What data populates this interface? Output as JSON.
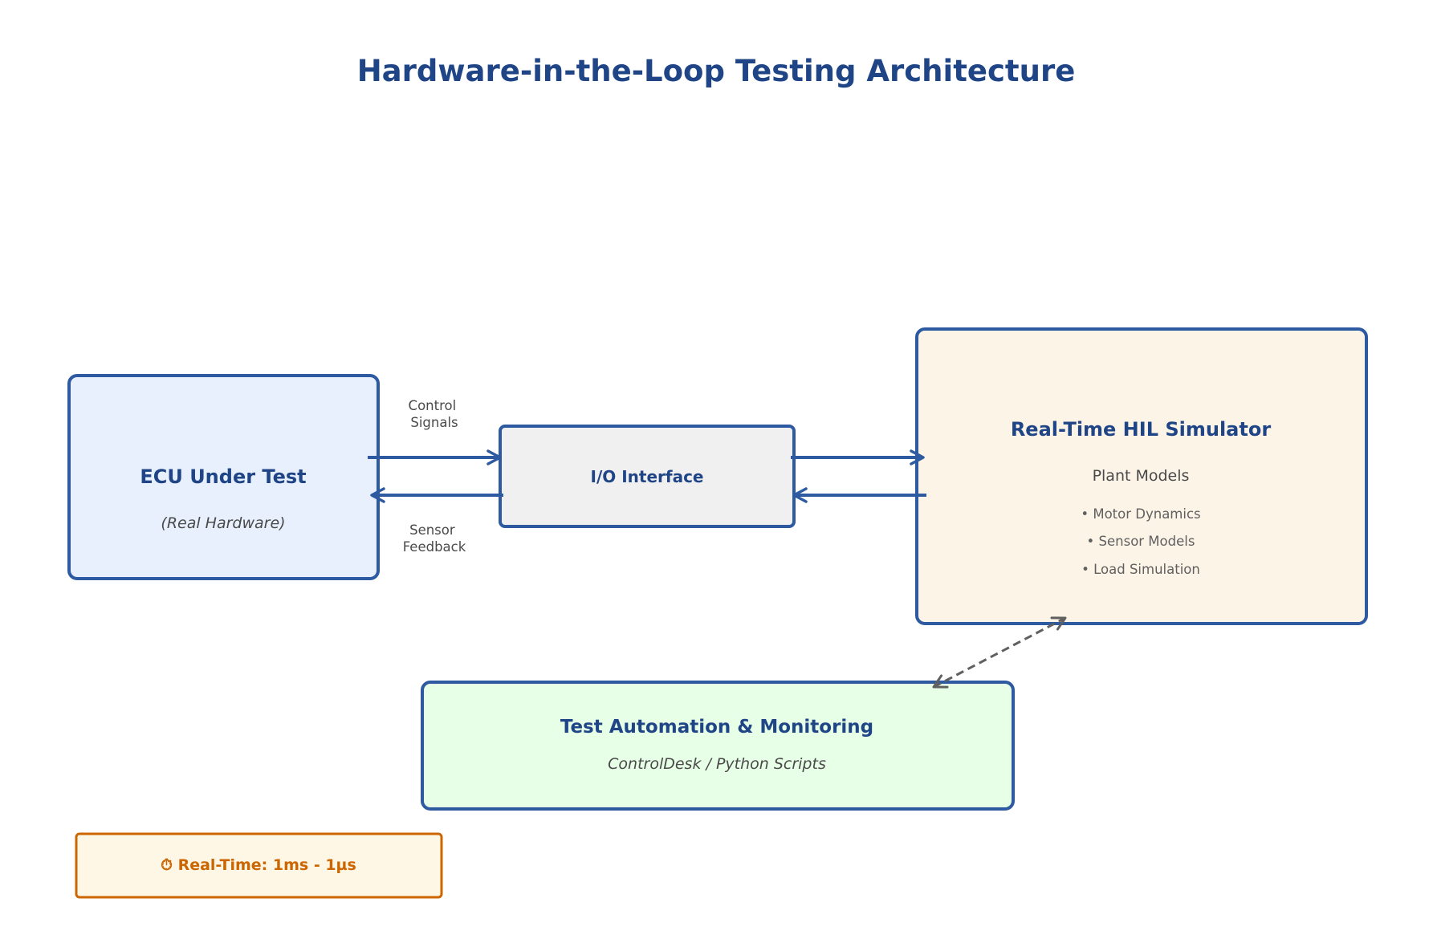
{
  "title": "Hardware-in-the-Loop Testing Architecture",
  "ecu": {
    "title": "ECU Under Test",
    "subtitle": "(Real Hardware)"
  },
  "io": {
    "title": "I/O Interface"
  },
  "simulator": {
    "title": "Real-Time HIL Simulator",
    "subtitle": "Plant Models",
    "items": [
      "• Motor Dynamics",
      "• Sensor Models",
      "• Load Simulation"
    ]
  },
  "automation": {
    "title": "Test Automation & Monitoring",
    "subtitle": "ControlDesk / Python Scripts"
  },
  "arrows": {
    "control": [
      "Control",
      "Signals"
    ],
    "sensor": [
      "Sensor",
      "Feedback"
    ]
  },
  "note": {
    "icon": "stopwatch-icon",
    "text": "⏱ Real-Time: 1ms - 1µs"
  },
  "colors": {
    "accent": "#1f4587",
    "border": "#2d5aa0",
    "ecu_fill": "#e8f0fe",
    "io_fill": "#f0f0f0",
    "sim_fill": "#fdf4e8",
    "automation_fill": "#e6ffe6",
    "note_fill": "#fff7e6",
    "note_border": "#cc6600",
    "dashed": "#606060"
  }
}
